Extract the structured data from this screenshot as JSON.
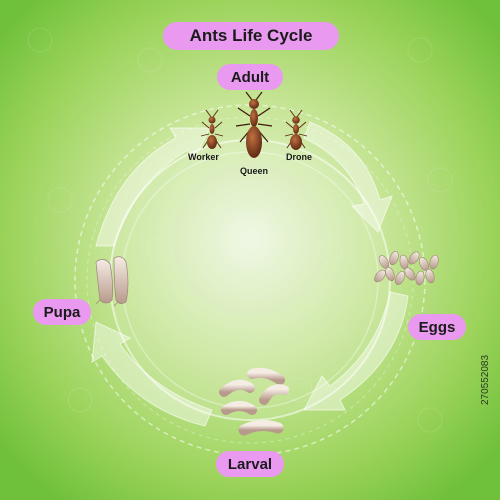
{
  "title": "Ants Life Cycle",
  "stages": {
    "adult": "Adult",
    "eggs": "Eggs",
    "larval": "Larval",
    "pupa": "Pupa"
  },
  "adult_castes": {
    "worker": "Worker",
    "queen": "Queen",
    "drone": "Drone"
  },
  "stock_id": "270552083",
  "colors": {
    "background_light": "#eef7e2",
    "background_mid": "#b9df7e",
    "background_dark": "#6fc03b",
    "label_pill": "#e99af0",
    "ant_body": "#7a3a1a"
  }
}
